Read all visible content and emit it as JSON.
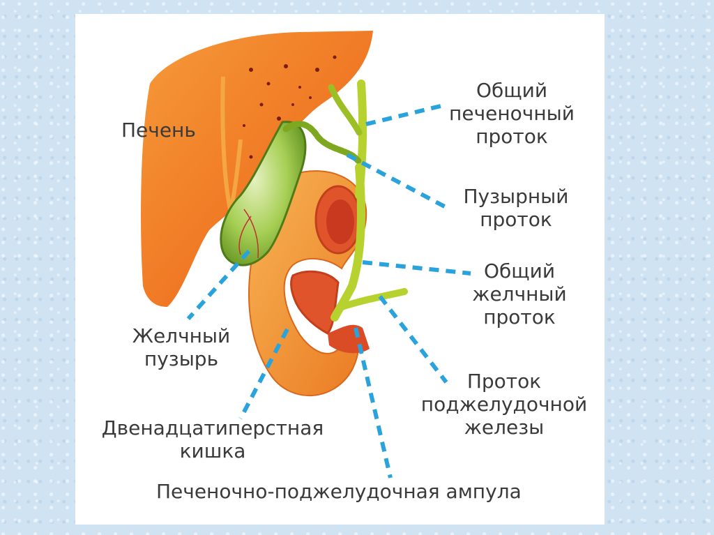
{
  "labels": {
    "liver": "Печень",
    "common_hepatic_duct": [
      "Общий",
      "печеночный",
      "проток"
    ],
    "cystic_duct": [
      "Пузырный",
      "проток"
    ],
    "common_bile_duct": [
      "Общий",
      "желчный",
      "проток"
    ],
    "gallbladder": [
      "Желчный",
      "пузырь"
    ],
    "pancreatic_duct": [
      "Проток",
      "поджелудочной",
      "железы"
    ],
    "duodenum": [
      "Двенадцатиперстная",
      "кишка"
    ],
    "ampulla": "Печеночно-поджелудочная ампула"
  },
  "colors": {
    "background": "#cfe3f3",
    "panel": "#ffffff",
    "liver": "#f07a22",
    "liver_dark": "#d65f14",
    "gallbladder": "#7fb52a",
    "duct": "#b7d12f",
    "duodenum": "#f2962e",
    "duodenum_inner": "#e8633a",
    "leader": "#2aa3dd",
    "text": "#3a3a3a"
  }
}
